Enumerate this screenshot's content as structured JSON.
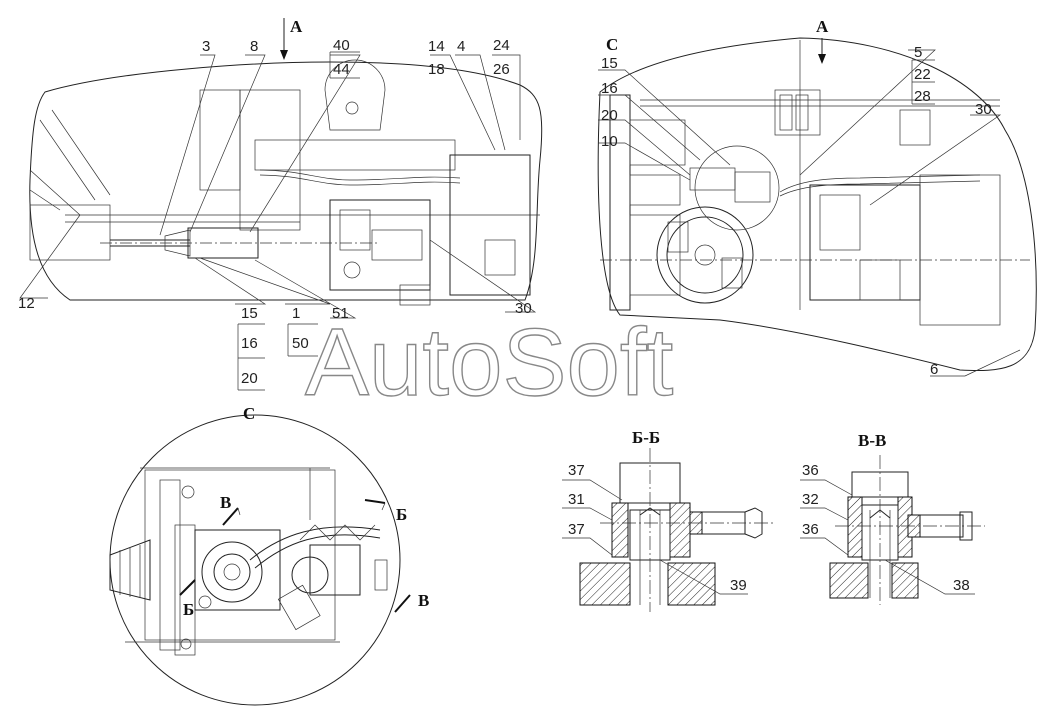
{
  "watermark": "AutoSoft",
  "views": {
    "left": {
      "arrow_label": "А",
      "callouts": [
        "3",
        "8",
        "40",
        "44",
        "14",
        "4",
        "18",
        "24",
        "26",
        "12",
        "15",
        "16",
        "20",
        "1",
        "50",
        "51",
        "30"
      ]
    },
    "right": {
      "detail_label": "C",
      "arrow_label": "А",
      "callouts": [
        "15",
        "16",
        "20",
        "10",
        "5",
        "22",
        "28",
        "30",
        "6"
      ]
    },
    "detail_c": {
      "title": "C",
      "section_labels": [
        "В",
        "Б",
        "Б",
        "В"
      ]
    },
    "section_bb": {
      "title": "Б-Б",
      "callouts": [
        "37",
        "31",
        "37",
        "39"
      ]
    },
    "section_vv": {
      "title": "В-В",
      "callouts": [
        "36",
        "32",
        "36",
        "38"
      ]
    }
  }
}
